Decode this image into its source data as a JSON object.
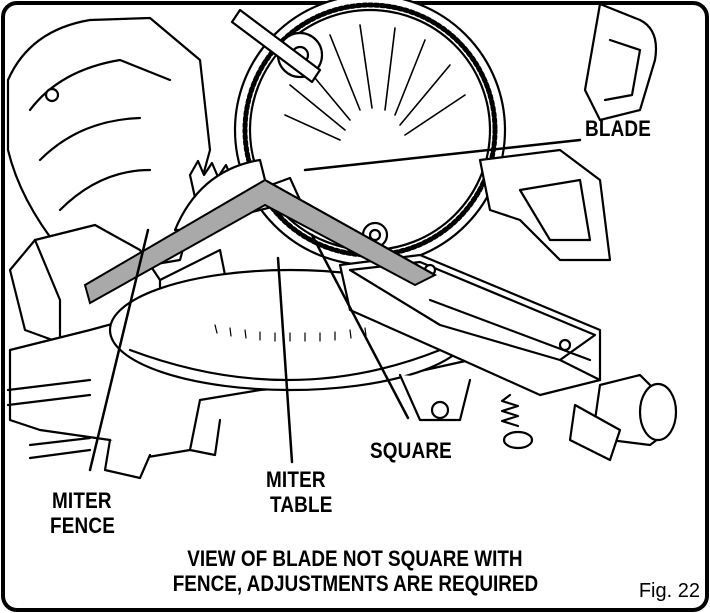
{
  "labels": {
    "blade": "BLADE",
    "square": "SQUARE",
    "miter_fence_1": "MITER",
    "miter_fence_2": "FENCE",
    "miter_table_1": "MITER",
    "miter_table_2": "TABLE"
  },
  "caption": {
    "line1": "VIEW OF BLADE NOT SQUARE WITH",
    "line2": "FENCE, ADJUSTMENTS ARE REQUIRED"
  },
  "figure_number": "Fig. 22"
}
